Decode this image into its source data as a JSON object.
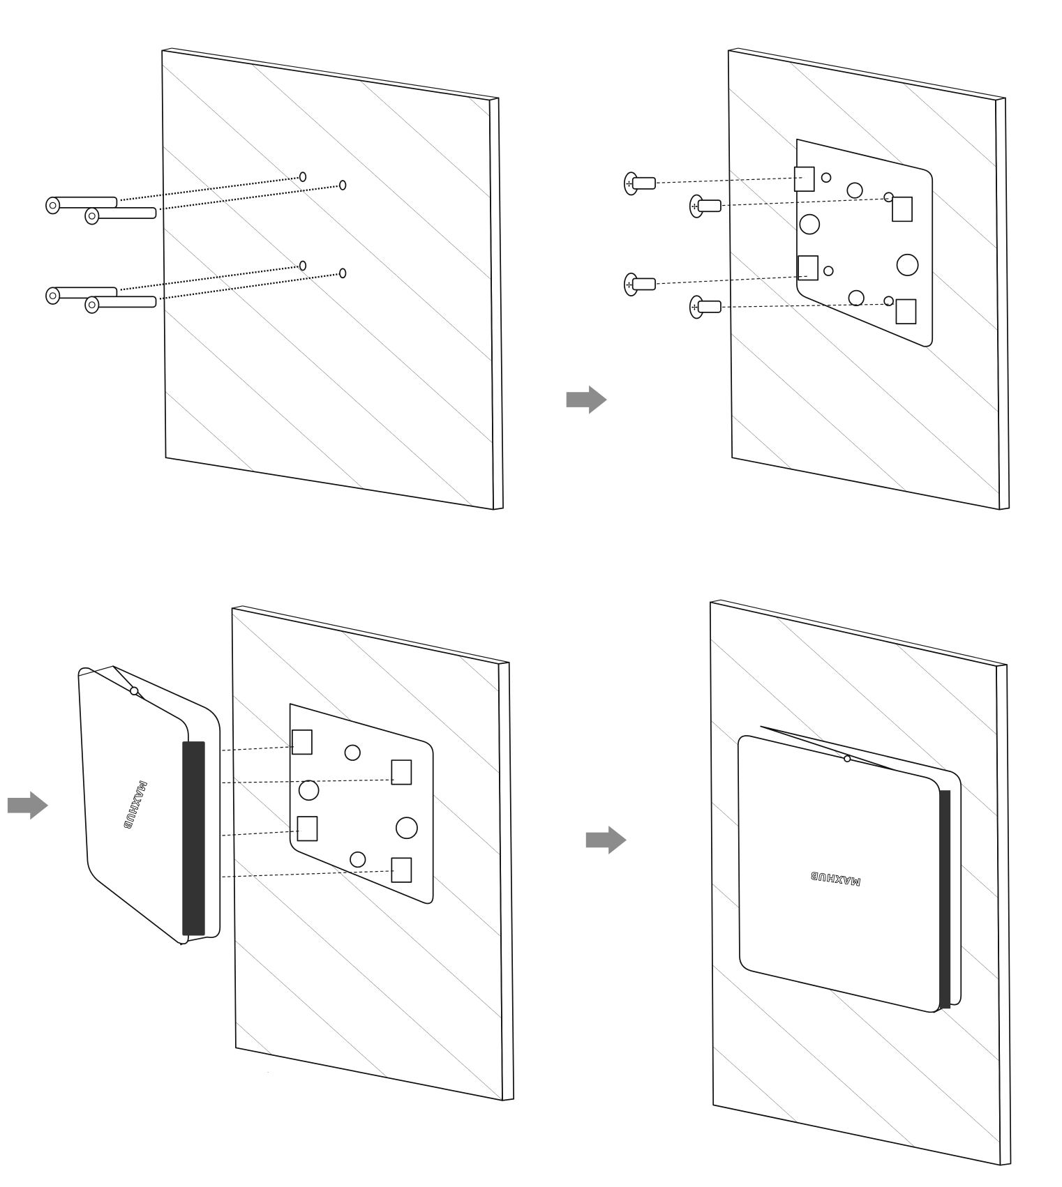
{
  "figure": {
    "title": "Wall mounting steps",
    "steps": 4,
    "arrow_color": "#8c8c8c"
  },
  "labels": {
    "brand_panel3": "MAXHUB",
    "brand_panel4": "MAXHUB"
  }
}
